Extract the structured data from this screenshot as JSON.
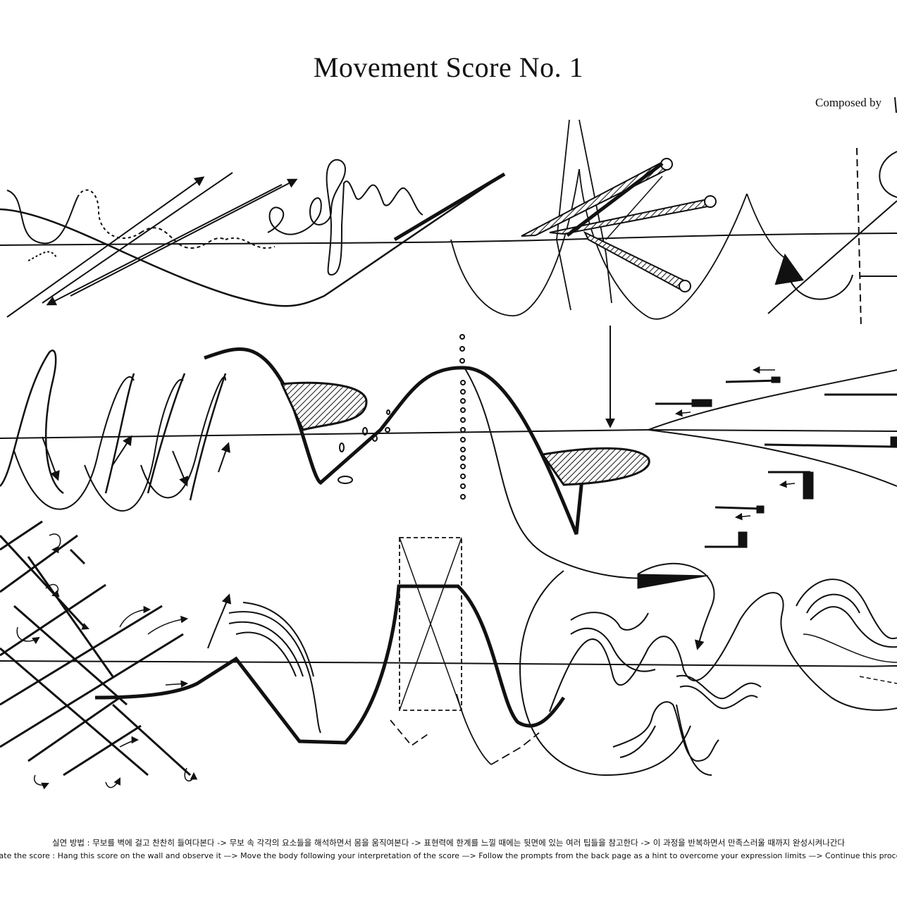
{
  "score": {
    "title": "Movement Score No. 1",
    "composer_prefix": "Composed by"
  },
  "instructions": {
    "korean": "실연 방법 : 무보를 벽에 걸고 찬찬히 들여다본다 -> 무보 속 각각의 요소들을 해석하면서 몸을 움직여본다 -> 표현력에 한계를 느낄 때에는 뒷면에 있는 여러 팁들을 참고한다 -> 이 과정을 반복하면서 만족스러울 때까지 완성시켜나간다",
    "english": "vate the score : Hang this score on the wall and observe it —> Move the body following your interpretation of the score —> Follow the prompts from the back page as a hint to overcome your expression limits —> Continue this process until you get the satis"
  },
  "colors": {
    "ink": "#111111",
    "paper": "#ffffff"
  }
}
